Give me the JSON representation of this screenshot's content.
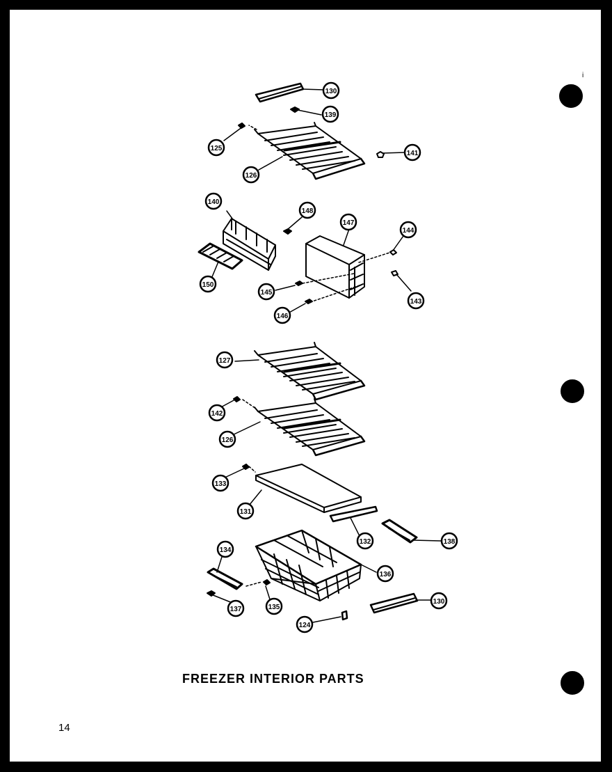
{
  "page": {
    "title": "FREEZER INTERIOR PARTS",
    "page_number": "14",
    "corner_mark": "i"
  },
  "callouts": [
    {
      "id": "c-130a",
      "label": "130"
    },
    {
      "id": "c-139a",
      "label": "139"
    },
    {
      "id": "c-125",
      "label": "125"
    },
    {
      "id": "c-141",
      "label": "141"
    },
    {
      "id": "c-126a",
      "label": "126"
    },
    {
      "id": "c-140",
      "label": "140"
    },
    {
      "id": "c-148",
      "label": "148"
    },
    {
      "id": "c-147",
      "label": "147"
    },
    {
      "id": "c-144",
      "label": "144"
    },
    {
      "id": "c-150",
      "label": "150"
    },
    {
      "id": "c-145",
      "label": "145"
    },
    {
      "id": "c-143",
      "label": "143"
    },
    {
      "id": "c-146",
      "label": "146"
    },
    {
      "id": "c-127",
      "label": "127"
    },
    {
      "id": "c-142",
      "label": "142"
    },
    {
      "id": "c-126b",
      "label": "126"
    },
    {
      "id": "c-133",
      "label": "133"
    },
    {
      "id": "c-131",
      "label": "131"
    },
    {
      "id": "c-132",
      "label": "132"
    },
    {
      "id": "c-138",
      "label": "138"
    },
    {
      "id": "c-134",
      "label": "134"
    },
    {
      "id": "c-136",
      "label": "136"
    },
    {
      "id": "c-137",
      "label": "137"
    },
    {
      "id": "c-135",
      "label": "135"
    },
    {
      "id": "c-124",
      "label": "124"
    },
    {
      "id": "c-130b",
      "label": "130"
    }
  ]
}
